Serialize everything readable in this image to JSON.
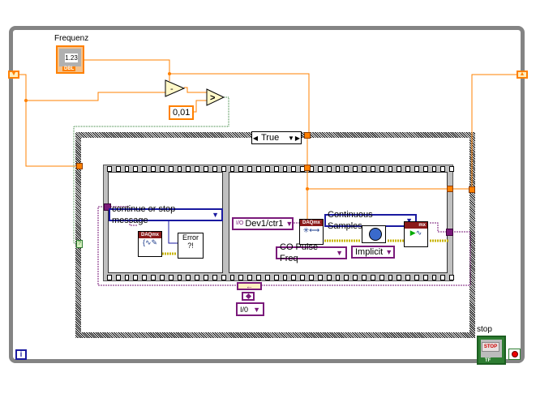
{
  "diagram": {
    "type": "LabVIEW block diagram",
    "controls": {
      "frequenz": {
        "label": "Frequenz",
        "display": "1.23",
        "datatype": "DBL"
      },
      "stop": {
        "label": "stop",
        "button_text": "STOP",
        "datatype": "TF"
      }
    },
    "constants": {
      "threshold": "0,01"
    },
    "functions": {
      "subtract": "-",
      "greater": ">"
    },
    "case_structure": {
      "selector_value": "True"
    },
    "frame1": {
      "enum_value": "continue or stop message",
      "daqmx_clear_header": "DAQmx",
      "error_dialog": "Error\n?!"
    },
    "frame2": {
      "channel": "Dev1/ctr1",
      "channel_prefix": "I/O",
      "create_channel_header": "DAQmx",
      "channel_type": "CO Pulse Freq",
      "sample_mode": "Continuous Samples",
      "timing_type": "Implicit",
      "start_header": "mx"
    },
    "bottom": {
      "error_ring": "I/0",
      "shift_arrow": "←"
    },
    "iteration_terminal": "i",
    "colors": {
      "loop_border": "#848484",
      "numeric_wire": "#ff8000",
      "task_wire": "#7a1a7a",
      "boolean_wire": "#2e7d32",
      "enum_border": "#1a1aa0",
      "daqmx_header": "#8b1a1a"
    }
  }
}
